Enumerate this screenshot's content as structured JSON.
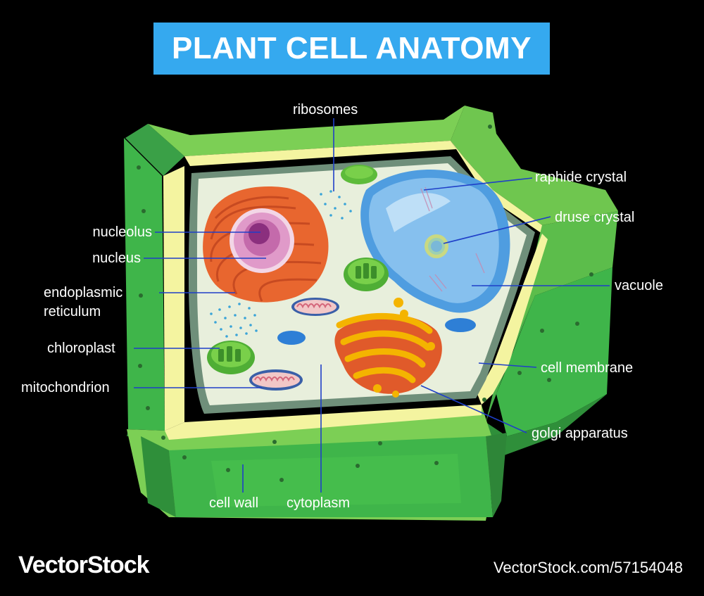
{
  "title": "PLANT CELL ANATOMY",
  "labels": {
    "ribosomes": "ribosomes",
    "raphide_crystal": "raphide crystal",
    "druse_crystal": "druse crystal",
    "vacuole": "vacuole",
    "cell_membrane": "cell membrane",
    "golgi_apparatus": "golgi apparatus",
    "nucleolus": "nucleolus",
    "nucleus": "nucleus",
    "endoplasmic_reticulum_line1": "endoplasmic",
    "endoplasmic_reticulum_line2": "reticulum",
    "chloroplast": "chloroplast",
    "mitochondrion": "mitochondrion",
    "cell_wall": "cell wall",
    "cytoplasm": "cytoplasm"
  },
  "watermark": {
    "brand": "VectorStock",
    "url": "VectorStock.com/57154048"
  },
  "colors": {
    "background": "#000000",
    "title_bg": "#35a9ef",
    "leader_line": "#1f3fc8",
    "cell_wall": "#3fb54a",
    "cytoplasm": "#e6eedc",
    "vacuole": "#5aa8e6"
  }
}
